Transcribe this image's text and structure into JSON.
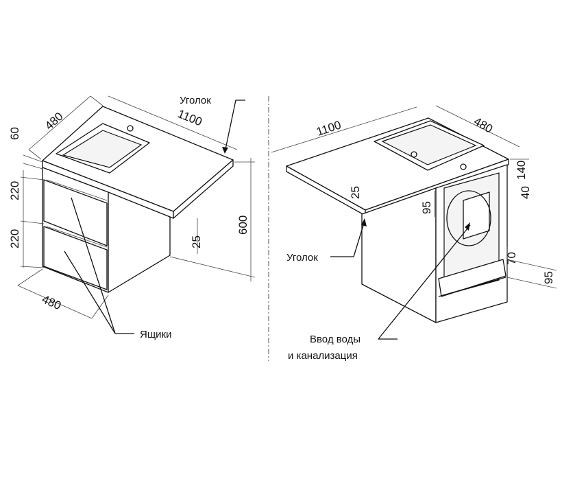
{
  "left_view": {
    "dimensions": {
      "top_depth": "480",
      "top_width": "1100",
      "countertop_thickness": "60",
      "drawer_upper_height": "220",
      "drawer_lower_height": "220",
      "total_height": "600",
      "corner_offset": "25",
      "base_depth": "480"
    },
    "callouts": {
      "corner": "Уголок",
      "drawers": "Ящики"
    }
  },
  "right_view": {
    "dimensions": {
      "top_width": "1100",
      "top_depth": "480",
      "corner_offset": "25",
      "cutout_height": "140",
      "side_offset": "40",
      "pipe_offset": "95",
      "bottom_gap": "70",
      "bottom_height": "95"
    },
    "callouts": {
      "corner": "Уголок",
      "inlet_line1": "Ввод воды",
      "inlet_line2": "и канализация"
    }
  },
  "colors": {
    "line": "#111111",
    "background": "#ffffff"
  }
}
